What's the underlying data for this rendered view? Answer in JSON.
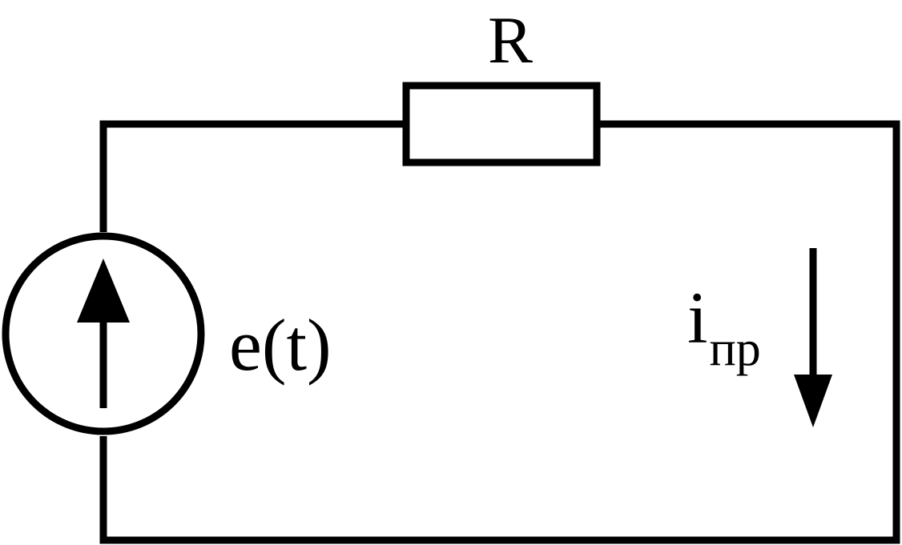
{
  "diagram": {
    "type": "electrical-circuit",
    "resistor": {
      "label": "R"
    },
    "source": {
      "label": "e(t)",
      "symbol": "ideal-voltage-source-arrow-up"
    },
    "current": {
      "symbol": "i",
      "subscript": "пр",
      "direction": "down"
    },
    "colors": {
      "ink": "#000000",
      "background": "#ffffff"
    }
  }
}
